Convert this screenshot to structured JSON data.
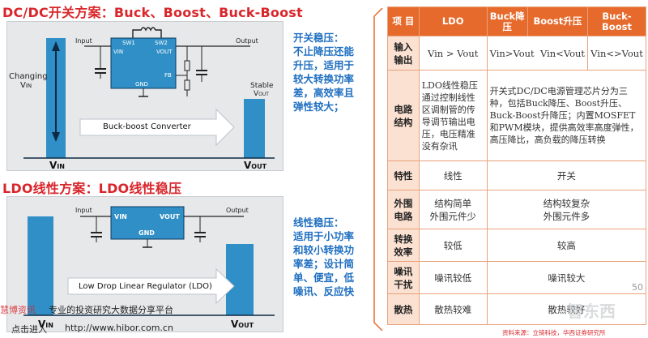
{
  "dcdc": {
    "title": "DC/DC开关方案：Buck、Boost、Buck-Boost",
    "changing": "Changing",
    "vin_sub": "V",
    "vin_subtext": "IN",
    "input": "Input",
    "output": "Output",
    "sw1": "SW1",
    "sw2": "SW2",
    "vin_pin": "VIN",
    "vout_pin": "VOUT",
    "fb": "FB",
    "gnd": "GND",
    "stable": "Stable",
    "vout_label": "V",
    "vout_sub": "OUT",
    "converter": "Buck-boost Converter",
    "bottom_vin": "V",
    "bottom_vin_sub": "IN",
    "bottom_vout": "V",
    "bottom_vout_sub": "OUT"
  },
  "ldo": {
    "title": "LDO线性方案：LDO线性稳压",
    "input": "Input",
    "output": "Output",
    "vin_pin": "VIN",
    "vout_pin": "VOUT",
    "gnd": "GND",
    "regulator": "Low Drop Linear Regulator (LDO)",
    "bottom_vin": "V",
    "bottom_vin_sub": "IN",
    "bottom_vout": "V",
    "bottom_vout_sub": "OUT"
  },
  "notes": {
    "switch": [
      "开关稳压：",
      "不止降压还能",
      "升压，适用于",
      "较大转换功率",
      "差，高效率且",
      "弹性较大；"
    ],
    "linear": [
      "线性稳压：",
      "适用于小功率",
      "和较小转换功",
      "率差；设计简",
      "单、便宜，低",
      "噪讯、反应快"
    ]
  },
  "overlay": {
    "watermark1": "慧博资讯",
    "watermark2": "专业的投资研究大数据分享平台",
    "watermark3": "点击进入",
    "watermark4": "http://www.hibor.com.cn",
    "page_num": "50",
    "source": "资料来源：立锜科技，华西证券研究所",
    "brand": "智东西"
  },
  "table": {
    "headers": [
      "项 目",
      "LDO",
      "Buck降压",
      "Boost升压",
      "Buck-Boost"
    ],
    "rows": [
      {
        "label": "输入输出",
        "cells": [
          "Vin > Vout",
          "Vin>Vout",
          "Vin<Vout",
          "Vin<>Vout"
        ]
      },
      {
        "label": "电路结构",
        "ldo": "LDO线性稳压通过控制线性区调制管的传导调节输出电压，电压精准没有杂讯",
        "dc": "开关式DC/DC电源管理芯片分为三种，包括Buck降压、Boost升压、Buck-Boost升降压；内置MOSFET和PWM模块，提供高效率高度弹性，高压降比，高负载的降压转换"
      },
      {
        "label": "特性",
        "ldo": "线性",
        "dc": "开关"
      },
      {
        "label": "外围电路",
        "ldo": "结构简单\n外围元件少",
        "dc": "结构较复杂\n外围元件多"
      },
      {
        "label": "转换效率",
        "ldo": "较低",
        "dc": "较高"
      },
      {
        "label": "噪讯干扰",
        "ldo": "噪讯较低",
        "dc": "噪讯较大"
      },
      {
        "label": "散热",
        "ldo": "散热较难",
        "dc": "散热较好"
      }
    ]
  }
}
